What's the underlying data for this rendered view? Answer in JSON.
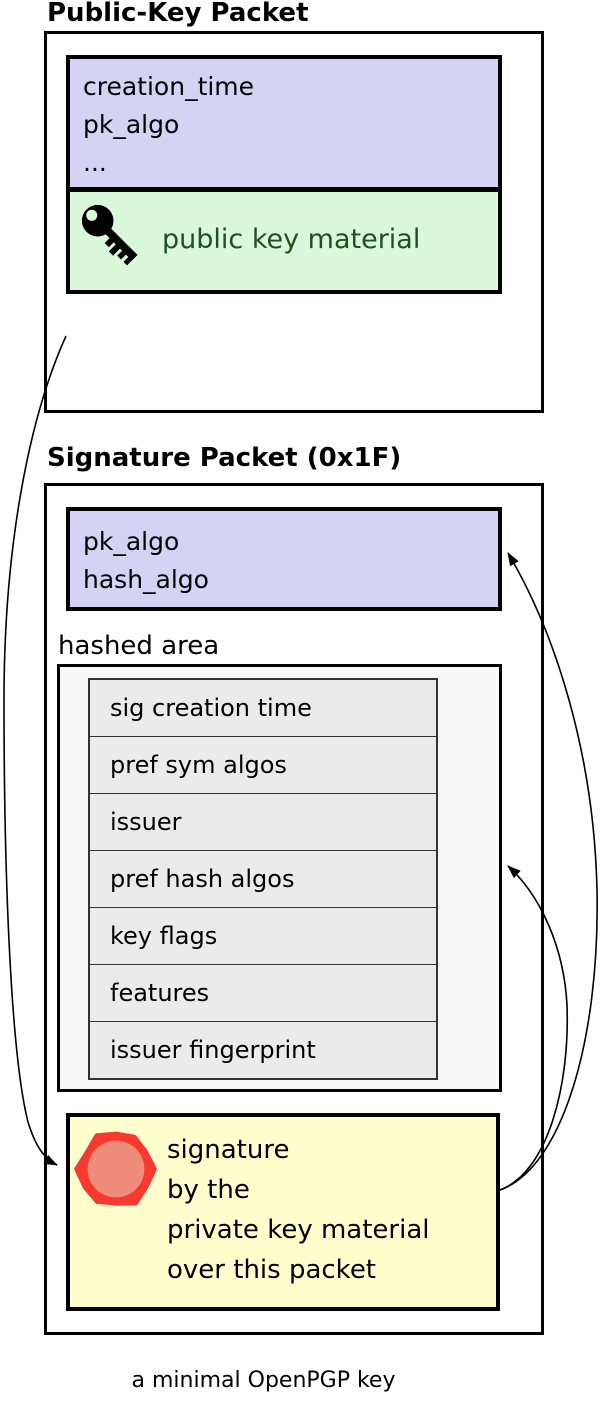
{
  "public_key_packet": {
    "title": "Public-Key Packet",
    "fields": [
      "creation_time",
      "pk_algo",
      "..."
    ],
    "material_label": "public key material"
  },
  "signature_packet": {
    "title": "Signature Packet (0x1F)",
    "fields": [
      "pk_algo",
      "hash_algo"
    ],
    "hashed_area": {
      "label": "hashed area",
      "subpackets": [
        "sig creation time",
        "pref sym algos",
        "issuer",
        "pref hash algos",
        "key flags",
        "features",
        "issuer fingerprint"
      ]
    },
    "signature": {
      "lines": [
        "signature",
        "by the",
        "private key material",
        "over this packet"
      ]
    }
  },
  "caption": "a minimal OpenPGP key",
  "icons": {
    "key": "key-icon",
    "seal": "seal-icon"
  },
  "colors": {
    "field_box": "#d5d2f3",
    "key_material_box": "#daf9da",
    "key_material_text": "#1d5220",
    "signature_box": "#ffffce",
    "subpacket_row": "#ebebeb",
    "hashed_area_bg": "#f8f8f8",
    "seal_outer": "#f8392f",
    "seal_inner": "#ef8b7a",
    "line": "#000000"
  }
}
